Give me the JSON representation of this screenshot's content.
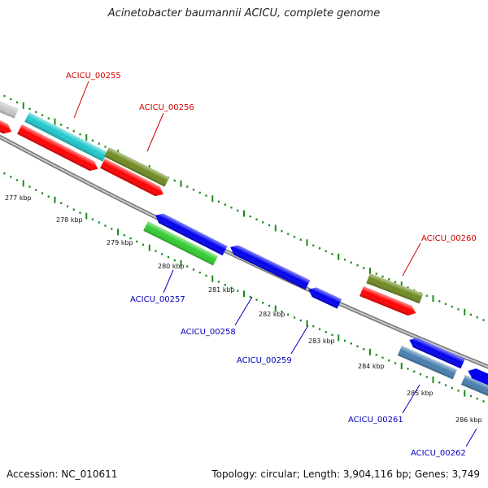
{
  "title": "Acinetobacter baumannii ACICU, complete genome",
  "footer": {
    "accession": "Accession: NC_010611",
    "topology": "Topology: circular; Length: 3,904,116 bp; Genes: 3,749"
  },
  "colors": {
    "forward_label": "#d40000",
    "reverse_label": "#0000bb",
    "tick": "#1a8a1a",
    "backbone": "#888888",
    "red_gene": "#ff0000",
    "cyan_gene": "#1fc8cc",
    "olive_gene": "#6f8a22",
    "blue_gene": "#0000ee",
    "green_gene": "#33cc33",
    "steel_gene": "#4a7fb0",
    "gray_gene": "#c8c8c8"
  },
  "kbp_labels": [
    "277 kbp",
    "278 kbp",
    "279 kbp",
    "280 kbp",
    "281 kbp",
    "282 kbp",
    "283 kbp",
    "284 kbp",
    "285 kbp",
    "286 kbp"
  ],
  "gene_labels": {
    "g255": "ACICU_00255",
    "g256": "ACICU_00256",
    "g257": "ACICU_00257",
    "g258": "ACICU_00258",
    "g259": "ACICU_00259",
    "g260": "ACICU_00260",
    "g261": "ACICU_00261",
    "g262": "ACICU_00262"
  }
}
